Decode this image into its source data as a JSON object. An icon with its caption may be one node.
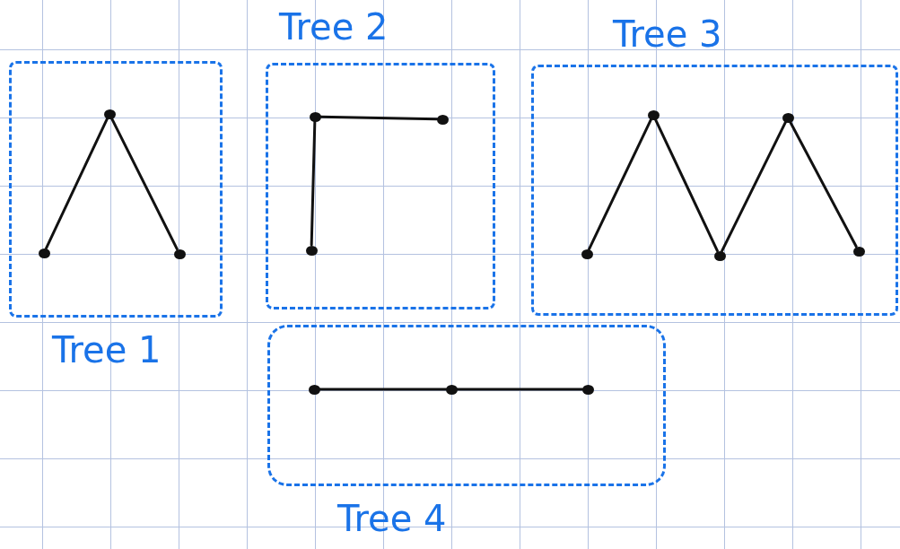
{
  "diagram": {
    "nodes": [
      {
        "text": [
          "Tree 1"
        ]
      },
      {
        "text": [],
        "shape": "circle",
        "in": 0
      },
      {
        "text": [],
        "shape": "circle",
        "in": 0
      },
      {
        "text": [],
        "shape": "circle",
        "in": 0
      },
      {
        "text": [
          "Tree 2"
        ]
      },
      {
        "text": [],
        "shape": "circle",
        "in": 4
      },
      {
        "text": [],
        "shape": "circle",
        "in": 4
      },
      {
        "text": [],
        "shape": "circle",
        "in": 4
      },
      {
        "text": [
          "Tree 3"
        ]
      },
      {
        "text": [],
        "shape": "circle",
        "in": 8
      },
      {
        "text": [],
        "shape": "circle",
        "in": 8
      },
      {
        "text": [],
        "shape": "circle",
        "in": 8
      },
      {
        "text": [],
        "shape": "circle",
        "in": 8
      },
      {
        "text": [],
        "shape": "circle",
        "in": 8
      },
      {
        "text": [
          "Tree 4"
        ]
      },
      {
        "text": [],
        "shape": "circle",
        "in": 14
      },
      {
        "text": [],
        "shape": "circle",
        "in": 14
      },
      {
        "text": [],
        "shape": "circle",
        "in": 14
      }
    ],
    "edges": [
      {
        "from": 1,
        "to": 2,
        "arrow": "none"
      },
      {
        "from": 1,
        "to": 3,
        "arrow": "none"
      },
      {
        "from": 5,
        "to": 6,
        "arrow": "none"
      },
      {
        "from": 5,
        "to": 7,
        "arrow": "none"
      },
      {
        "from": 9,
        "to": 11,
        "arrow": "none"
      },
      {
        "from": 9,
        "to": 12,
        "arrow": "none"
      },
      {
        "from": 10,
        "to": 12,
        "arrow": "none"
      },
      {
        "from": 10,
        "to": 13,
        "arrow": "none"
      },
      {
        "from": 15,
        "to": 16,
        "arrow": "none"
      },
      {
        "from": 16,
        "to": 17,
        "arrow": "none"
      }
    ]
  }
}
